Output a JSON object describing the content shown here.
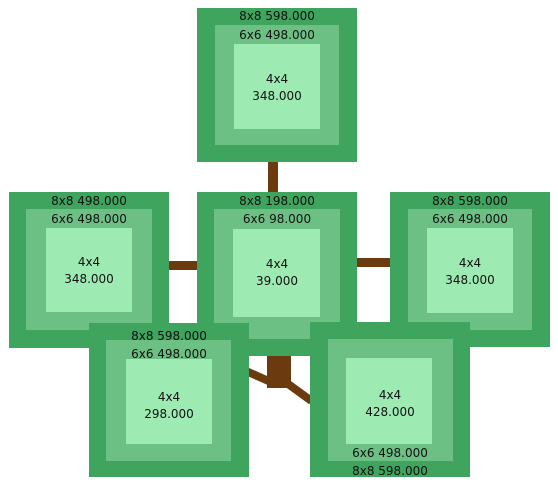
{
  "colors": {
    "ring8": "#3fa45d",
    "ring6": "#6dc084",
    "core4": "#9debb3",
    "branch": "#6b3a0f"
  },
  "nodes": {
    "top": {
      "l8": "8x8 598.000",
      "l6": "6x6 498.000",
      "c1": "4x4",
      "c2": "348.000"
    },
    "center": {
      "l8": "8x8 198.000",
      "l6": "6x6 98.000",
      "c1": "4x4",
      "c2": "39.000"
    },
    "left": {
      "l8": "8x8 498.000",
      "l6": "6x6 498.000",
      "c1": "4x4",
      "c2": "348.000"
    },
    "right": {
      "l8": "8x8 598.000",
      "l6": "6x6 498.000",
      "c1": "4x4",
      "c2": "348.000"
    },
    "bottom_left": {
      "l8": "8x8 598.000",
      "l6": "6x6 498.000",
      "c1": "4x4",
      "c2": "298.000"
    },
    "bottom_right": {
      "l8": "8x8 598.000",
      "l6": "6x6 498.000",
      "c1": "4x4",
      "c2": "428.000"
    }
  }
}
